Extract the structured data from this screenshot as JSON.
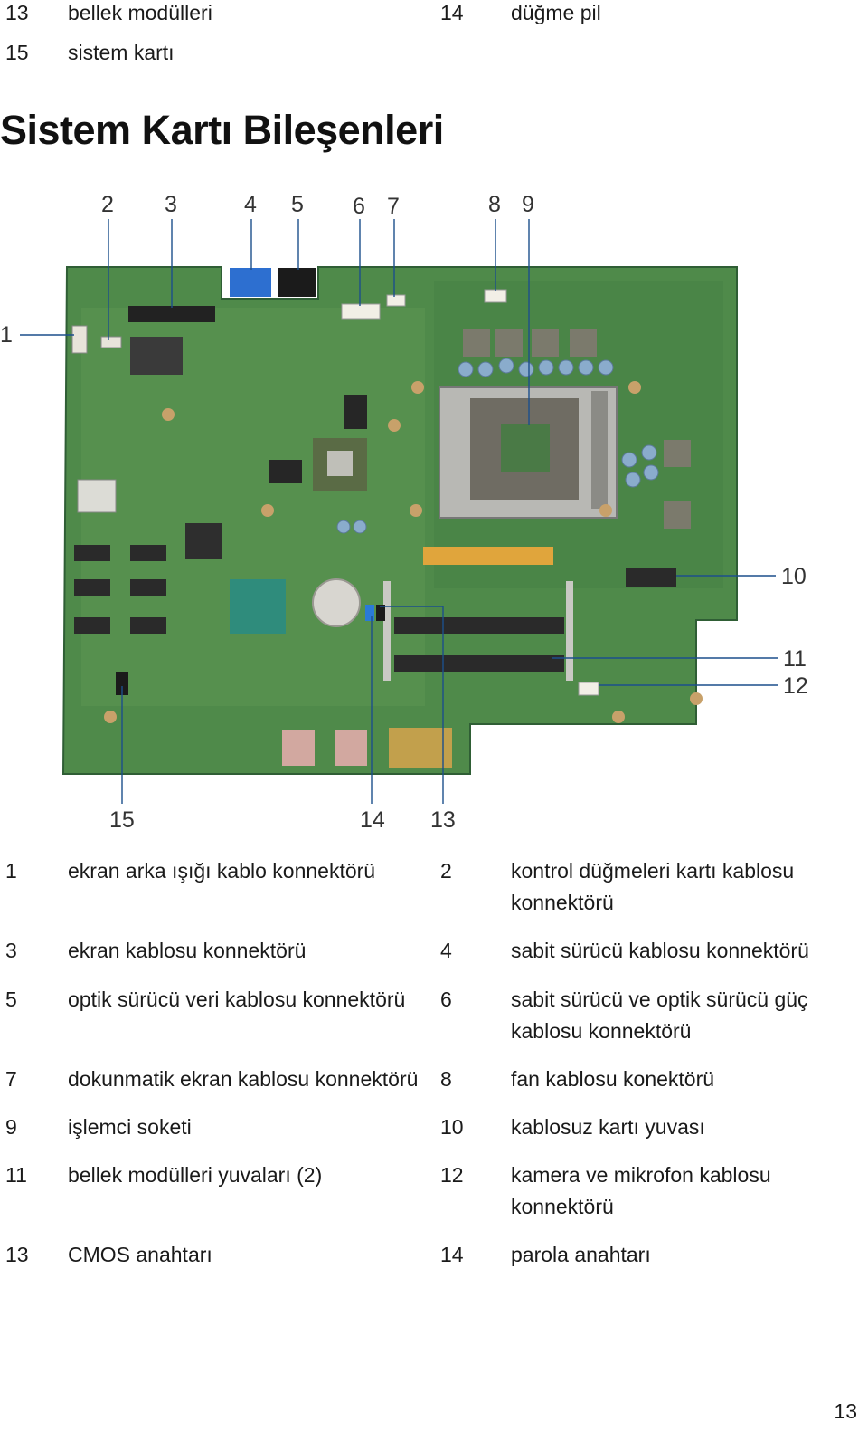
{
  "top_list": [
    {
      "n1": "13",
      "t1": "bellek modülleri",
      "n2": "14",
      "t2": "düğme pil"
    },
    {
      "n1": "15",
      "t1": "sistem kartı",
      "n2": "",
      "t2": ""
    }
  ],
  "heading": "Sistem Kartı Bileşenleri",
  "callouts": [
    "1",
    "2",
    "3",
    "4",
    "5",
    "6",
    "7",
    "8",
    "9",
    "10",
    "11",
    "12",
    "13",
    "14",
    "15"
  ],
  "legend": [
    {
      "n1": "1",
      "t1": "ekran arka ışığı kablo konnektörü",
      "n2": "2",
      "t2": "kontrol düğmeleri kartı kablosu konnektörü"
    },
    {
      "n1": "3",
      "t1": "ekran kablosu konnektörü",
      "n2": "4",
      "t2": "sabit sürücü kablosu konnektörü"
    },
    {
      "n1": "5",
      "t1": "optik sürücü veri kablosu konnektörü",
      "n2": "6",
      "t2": "sabit sürücü ve optik sürücü güç kablosu konnektörü"
    },
    {
      "n1": "7",
      "t1": "dokunmatik ekran kablosu konnektörü",
      "n2": "8",
      "t2": "fan kablosu konektörü"
    },
    {
      "n1": "9",
      "t1": "işlemci soketi",
      "n2": "10",
      "t2": "kablosuz kartı yuvası"
    },
    {
      "n1": "11",
      "t1": "bellek modülleri yuvaları (2)",
      "n2": "12",
      "t2": "kamera ve mikrofon kablosu konnektörü"
    },
    {
      "n1": "13",
      "t1": "CMOS anahtarı",
      "n2": "14",
      "t2": "parola anahtarı"
    }
  ],
  "page_number": "13",
  "colors": {
    "board": "#4f8a4a",
    "board_dark": "#2f5e35",
    "leader": "#1c4f8c",
    "text": "#1a1a1a"
  }
}
